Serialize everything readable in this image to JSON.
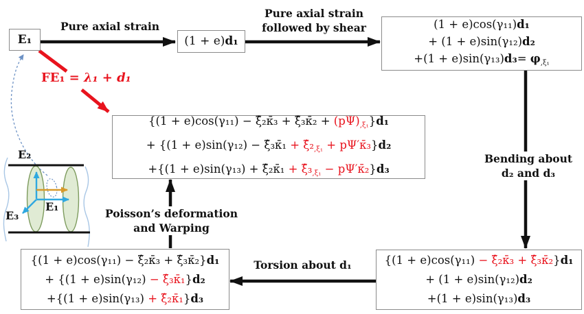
{
  "colors": {
    "red": "#e8131d",
    "ink": "#111111",
    "box_border": "#8a8a8a",
    "cyan": "#2fa8e0",
    "orange": "#d79a2a",
    "green_fill": "#dbe7cc",
    "green_edge": "#7d9b5e",
    "dashed_blue": "#6d92c5",
    "wave_blue": "#a8c6e5"
  },
  "nodes": {
    "e1_label": "E₁",
    "axial": [
      [
        {
          "t": "(1 + e)"
        },
        {
          "t": "d₁",
          "b": true
        }
      ]
    ],
    "axial_shear": [
      [
        {
          "t": "(1 + e)cos(γ₁₁)"
        },
        {
          "t": "d₁",
          "b": true
        }
      ],
      [
        {
          "t": "+ (1 + e)sin(γ₁₂)"
        },
        {
          "t": "d₂",
          "b": true
        }
      ],
      [
        {
          "t": "+(1 + e)sin(γ₁₃)"
        },
        {
          "t": "d₃",
          "b": true
        },
        {
          "t": "= "
        },
        {
          "t": "φ",
          "b": true
        },
        {
          "t": ",ξ₁",
          "sub": true
        }
      ]
    ],
    "warping_result": [
      [
        {
          "t": "{(1 + e)cos(γ₁₁) − ξ̂₂κ̄₃ + ξ̂₃κ̄₂ + "
        },
        {
          "t": "(pΨ)",
          "r": true
        },
        {
          "t": ",ξ₁",
          "r": true,
          "sub": true
        },
        {
          "t": "}"
        },
        {
          "t": "d₁",
          "b": true
        }
      ],
      [
        {
          "t": "+ {(1 + e)sin(γ₁₂) − ξ̂₃κ̄₁ "
        },
        {
          "t": "+ ξ̂₂",
          "r": true
        },
        {
          "t": ",ξ₁",
          "r": true,
          "sub": true
        },
        {
          "t": " + pΨ′κ̄₃",
          "r": true
        },
        {
          "t": "}"
        },
        {
          "t": "d₂",
          "b": true
        }
      ],
      [
        {
          "t": "+{(1 + e)sin(γ₁₃) + ξ̂₂κ̄₁ "
        },
        {
          "t": "+ ξ̂₃",
          "r": true
        },
        {
          "t": ",ξ₁",
          "r": true,
          "sub": true
        },
        {
          "t": " − pΨ′κ̄₂",
          "r": true
        },
        {
          "t": "}"
        },
        {
          "t": "d₃",
          "b": true
        }
      ]
    ],
    "torsion_result": [
      [
        {
          "t": "{(1 + e)cos(γ₁₁) − ξ̂₂κ̄₃ + ξ̂₃κ̄₂}"
        },
        {
          "t": "d₁",
          "b": true
        }
      ],
      [
        {
          "t": "+ {(1 + e)sin(γ₁₂) "
        },
        {
          "t": "− ξ̂₃κ̄₁",
          "r": true
        },
        {
          "t": "}"
        },
        {
          "t": "d₂",
          "b": true
        }
      ],
      [
        {
          "t": "+{(1 + e)sin(γ₁₃) "
        },
        {
          "t": "+ ξ̂₂κ̄₁",
          "r": true
        },
        {
          "t": "}"
        },
        {
          "t": "d₃",
          "b": true
        }
      ]
    ],
    "bending_result": [
      [
        {
          "t": "{(1 + e)cos(γ₁₁) "
        },
        {
          "t": "− ξ̂₂κ̄₃ + ξ̂₃κ̄₂",
          "r": true
        },
        {
          "t": "}"
        },
        {
          "t": "d₁",
          "b": true
        }
      ],
      [
        {
          "t": "+ (1 + e)sin(γ₁₂)"
        },
        {
          "t": "d₂",
          "b": true
        }
      ],
      [
        {
          "t": "+(1 + e)sin(γ₁₃)"
        },
        {
          "t": "d₃",
          "b": true
        }
      ]
    ]
  },
  "edge_labels": {
    "pure_axial": [
      [
        {
          "t": "Pure axial strain"
        }
      ]
    ],
    "shear": [
      [
        {
          "t": "Pure axial strain"
        }
      ],
      [
        {
          "t": "followed by shear"
        }
      ]
    ],
    "bending": [
      [
        {
          "t": "Bending about"
        }
      ],
      [
        {
          "t": "d₂ and d₃"
        }
      ]
    ],
    "torsion": [
      [
        {
          "t": "Torsion about d₁"
        }
      ]
    ],
    "poisson": [
      [
        {
          "t": "Poisson’s deformation"
        }
      ],
      [
        {
          "t": "and Warping"
        }
      ]
    ],
    "fe1": [
      [
        {
          "t": "FE₁ = ",
          "b": true
        },
        {
          "t": "λ₁",
          "b": true,
          "i": true
        },
        {
          "t": " + ",
          "b": true
        },
        {
          "t": "d₁",
          "b": true,
          "i": true
        }
      ]
    ]
  },
  "frame": {
    "e1": "E₁",
    "e2": "E₂",
    "e3": "E₃"
  }
}
